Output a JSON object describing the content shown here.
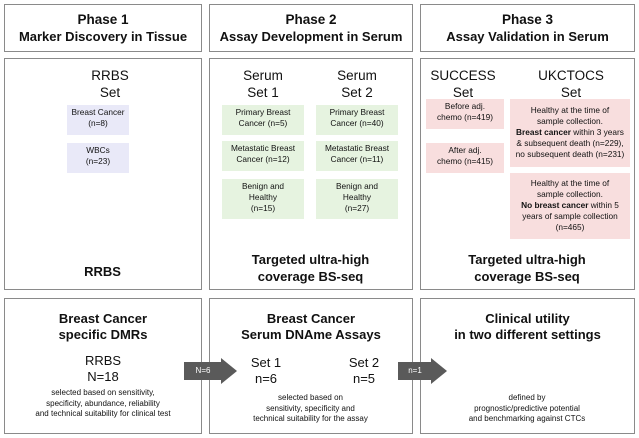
{
  "phases": [
    {
      "title": "Phase 1",
      "subtitle": "Marker Discovery in Tissue"
    },
    {
      "title": "Phase 2",
      "subtitle": "Assay Development in Serum"
    },
    {
      "title": "Phase 3",
      "subtitle": "Assay Validation in Serum"
    }
  ],
  "phase1": {
    "set_title_1": "RRBS",
    "set_title_2": "Set",
    "chips": [
      {
        "label": "Breast Cancer",
        "n": "(n=8)"
      },
      {
        "label": "WBCs",
        "n": "(n=23)"
      }
    ],
    "method": "RRBS"
  },
  "phase2": {
    "set1_title_1": "Serum",
    "set1_title_2": "Set 1",
    "set2_title_1": "Serum",
    "set2_title_2": "Set 2",
    "set1_chips": [
      {
        "l1": "Primary Breast",
        "l2": "Cancer (n=5)"
      },
      {
        "l1": "Metastatic Breast",
        "l2": "Cancer (n=12)"
      },
      {
        "l1": "Benign and",
        "l2": "Healthy",
        "l3": "(n=15)"
      }
    ],
    "set2_chips": [
      {
        "l1": "Primary Breast",
        "l2": "Cancer (n=40)"
      },
      {
        "l1": "Metastatic Breast",
        "l2": "Cancer (n=11)"
      },
      {
        "l1": "Benign and",
        "l2": "Healthy",
        "l3": "(n=27)"
      }
    ],
    "method_1": "Targeted ultra-high",
    "method_2": "coverage BS-seq"
  },
  "phase3": {
    "success_title_1": "SUCCESS",
    "success_title_2": "Set",
    "ukctocs_title_1": "UKCTOCS",
    "ukctocs_title_2": "Set",
    "success_chips": [
      {
        "l1": "Before adj.",
        "l2": "chemo (n=419)"
      },
      {
        "l1": "After adj.",
        "l2": "chemo (n=415)"
      }
    ],
    "ukctocs_chip1": {
      "l1": "Healthy at the time of",
      "l2": "sample collection.",
      "l3_bold": "Breast cancer",
      "l3_rest": " within 3 years",
      "l4": "& subsequent death (n=229),",
      "l5": "no subsequent death (n=231)"
    },
    "ukctocs_chip2": {
      "l1": "Healthy at the time of",
      "l2": "sample collection.",
      "l3_bold": "No breast cancer",
      "l3_rest": " within 5",
      "l4": "years of sample collection",
      "l5": "(n=465)"
    },
    "method_1": "Targeted ultra-high",
    "method_2": "coverage BS-seq"
  },
  "bottom": {
    "b1": {
      "title_1": "Breast Cancer",
      "title_2": "specific DMRs",
      "set": "RRBS",
      "n": "N=18",
      "desc_1": "selected based on sensitivity,",
      "desc_2": "specificity, abundance, reliability",
      "desc_3": "and technical suitability for clinical test"
    },
    "b2": {
      "title_1": "Breast Cancer",
      "title_2": "Serum DNAme Assays",
      "set1": "Set 1",
      "n1": "n=6",
      "set2": "Set 2",
      "n2": "n=5",
      "desc_1": "selected based on",
      "desc_2": "sensitivity, specificity and",
      "desc_3": "technical suitability for the assay"
    },
    "b3": {
      "title_1": "Clinical utility",
      "title_2": "in two different settings",
      "desc_1": "defined by",
      "desc_2": "prognostic/predictive potential",
      "desc_3": "and benchmarking against CTCs"
    }
  },
  "arrows": [
    {
      "label": "N=6"
    },
    {
      "label": "n=1"
    }
  ]
}
